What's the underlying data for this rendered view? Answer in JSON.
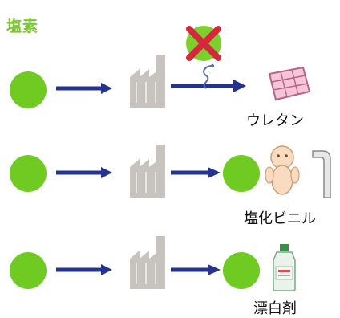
{
  "title": "塩素",
  "rows": [
    {
      "label": "ウレタン",
      "product_icon": "urethane-cushion-icon",
      "status": "discontinued",
      "status_icon": "red-x-icon"
    },
    {
      "label": "塩化ビニル",
      "product_icon": "doll-and-pipe-icon"
    },
    {
      "label": "漂白剤",
      "product_icon": "bleach-bottle-icon"
    }
  ],
  "colors": {
    "chlorine_dot": "#6fcb22",
    "arrow": "#23338f",
    "factory": "#c7c3bf",
    "cross": "#d6283c",
    "title": "#7cc832"
  }
}
